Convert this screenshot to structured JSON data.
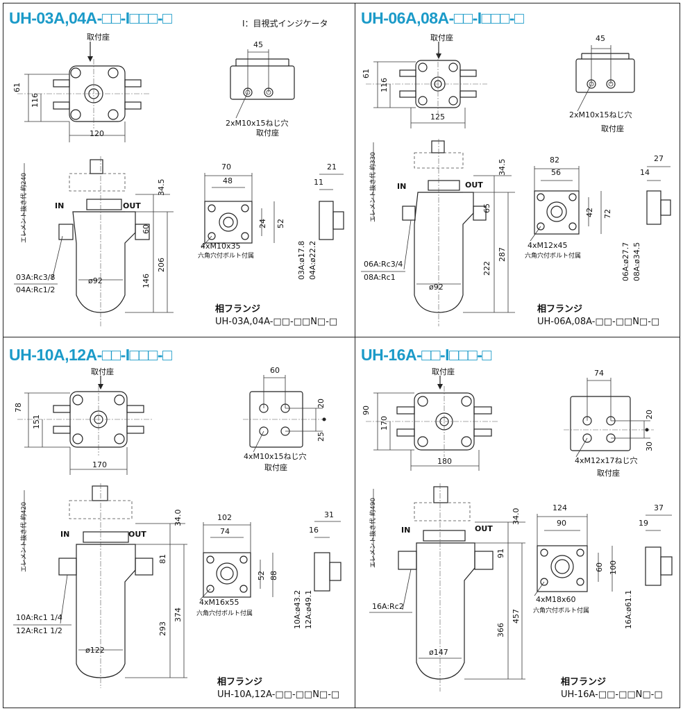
{
  "panels": [
    {
      "title": "UH-03A,04A-□□-I□□□-□",
      "indicator_note": "I：目視式インジケータ",
      "mount_label": "取付座",
      "top_dims": {
        "height_a": "61",
        "height_b": "116",
        "width": "120"
      },
      "mount_detail": {
        "pitch": "45",
        "holes": "2xM10x15ねじ穴",
        "label": "取付座"
      },
      "side_dims": {
        "element_clearance": "エレメント抜き代 約240",
        "d1": "34.5",
        "d2": "60",
        "d3": "206",
        "d4": "146",
        "diameter": "ø92"
      },
      "port_in": "IN",
      "port_out": "OUT",
      "ports": [
        "03A:Rc3/8",
        "04A:Rc1/2"
      ],
      "flange_face": {
        "w1": "70",
        "w2": "48",
        "h1": "24",
        "h2": "52",
        "bolts": "4xM10x35",
        "bolt_note": "六角穴付ボルト付属"
      },
      "flange_side": {
        "t1": "21",
        "t2": "11",
        "diameters": [
          "03A:ø17.8",
          "04A:ø22.2"
        ]
      },
      "flange_title": "相フランジ",
      "flange_model": "UH-03A,04A-□□-□□N□-□"
    },
    {
      "title": "UH-06A,08A-□□-I□□□-□",
      "mount_label": "取付座",
      "top_dims": {
        "height_a": "61",
        "height_b": "116",
        "width": "125"
      },
      "mount_detail": {
        "pitch": "45",
        "holes": "2xM10x15ねじ穴",
        "label": "取付座"
      },
      "side_dims": {
        "element_clearance": "エレメント抜き代 約330",
        "d1": "34.5",
        "d2": "65",
        "d3": "287",
        "d4": "222",
        "diameter": "ø92"
      },
      "port_in": "IN",
      "port_out": "OUT",
      "ports": [
        "06A:Rc3/4",
        "08A:Rc1"
      ],
      "flange_face": {
        "w1": "82",
        "w2": "56",
        "h1": "42",
        "h2": "72",
        "bolts": "4xM12x45",
        "bolt_note": "六角穴付ボルト付属"
      },
      "flange_side": {
        "t1": "27",
        "t2": "14",
        "diameters": [
          "06A:ø27.7",
          "08A:ø34.5"
        ]
      },
      "flange_title": "相フランジ",
      "flange_model": "UH-06A,08A-□□-□□N□-□"
    },
    {
      "title": "UH-10A,12A-□□-I□□□-□",
      "mount_label": "取付座",
      "top_dims": {
        "height_a": "78",
        "height_b": "151",
        "width": "170"
      },
      "mount_detail": {
        "pitch": "60",
        "h1": "20",
        "h2": "25",
        "holes": "4xM10x15ねじ穴",
        "label": "取付座"
      },
      "side_dims": {
        "element_clearance": "エレメント抜き代 約420",
        "d1": "34.0",
        "d2": "81",
        "d3": "374",
        "d4": "293",
        "diameter": "ø122"
      },
      "port_in": "IN",
      "port_out": "OUT",
      "ports": [
        "10A:Rc1 1/4",
        "12A:Rc1 1/2"
      ],
      "flange_face": {
        "w1": "102",
        "w2": "74",
        "h1": "52",
        "h2": "88",
        "bolts": "4xM16x55",
        "bolt_note": "六角穴付ボルト付属"
      },
      "flange_side": {
        "t1": "31",
        "t2": "16",
        "diameters": [
          "10A:ø43.2",
          "12A:ø49.1"
        ]
      },
      "flange_title": "相フランジ",
      "flange_model": "UH-10A,12A-□□-□□N□-□"
    },
    {
      "title": "UH-16A-□□-I□□□-□",
      "mount_label": "取付座",
      "top_dims": {
        "height_a": "90",
        "height_b": "170",
        "width": "180"
      },
      "mount_detail": {
        "pitch": "74",
        "h1": "20",
        "h2": "30",
        "holes": "4xM12x17ねじ穴",
        "label": "取付座"
      },
      "side_dims": {
        "element_clearance": "エレメント抜き代 約490",
        "d1": "34.0",
        "d2": "91",
        "d3": "457",
        "d4": "366",
        "diameter": "ø147"
      },
      "port_in": "IN",
      "port_out": "OUT",
      "ports": [
        "16A:Rc2"
      ],
      "flange_face": {
        "w1": "124",
        "w2": "90",
        "h1": "60",
        "h2": "100",
        "bolts": "4xM18x60",
        "bolt_note": "六角穴付ボルト付属"
      },
      "flange_side": {
        "t1": "37",
        "t2": "19",
        "diameters": [
          "16A:ø61.1"
        ]
      },
      "flange_title": "相フランジ",
      "flange_model": "UH-16A-□□-□□N□-□"
    }
  ]
}
